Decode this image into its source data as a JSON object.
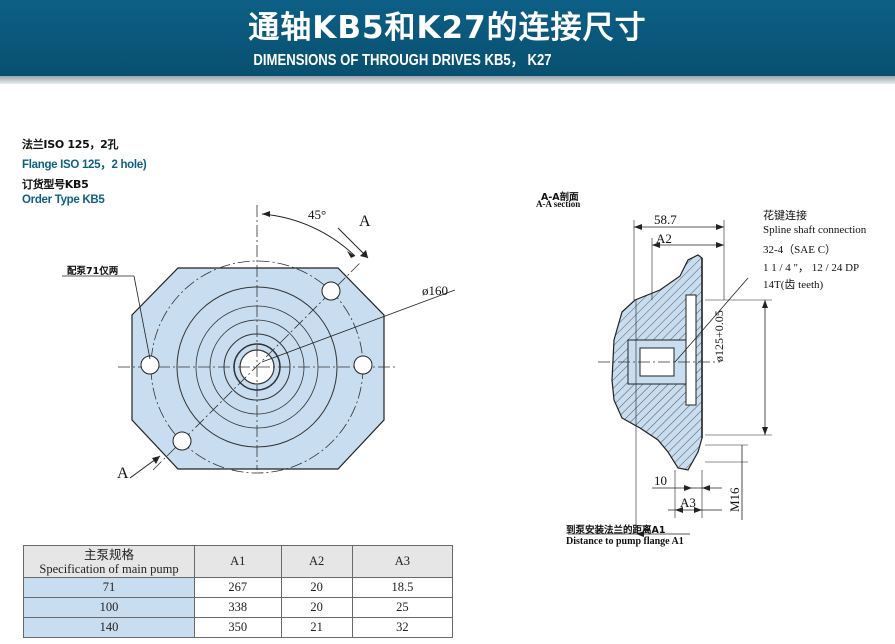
{
  "header": {
    "title_cn": "通轴KB5和K27的连接尺寸",
    "title_en": "DIMENSIONS OF THROUGH DRIVES KB5， K27"
  },
  "notes": {
    "flange_cn": "法兰ISO 125，2孔",
    "flange_en": "Flange ISO 125，2 hole)",
    "order_cn": "订货型号KB5",
    "order_en": "Order Type KB5"
  },
  "front_view": {
    "angle": "45°",
    "section_mark_top": "A",
    "section_mark_bottom": "A",
    "bolt_label": "配泵71仅两",
    "diameter": "ø160"
  },
  "section_view": {
    "title_cn": "A-A剖面",
    "title_en": "A-A section",
    "dim_total": "58.7",
    "dim_a2": "A2",
    "dim_pilot": "ø125+0.05",
    "dim_10": "10",
    "dim_a3": "A3",
    "dim_thread": "M16",
    "distance_cn": "到泵安装法兰的距离A1",
    "distance_en": "Distance to pump flange A1"
  },
  "spline": {
    "title_cn": "花键连接",
    "line1": "Spline shaft connection",
    "line2": "32-4（SAE  C）",
    "line3": "1 1 / 4 \"， 12 / 24  DP",
    "line4": "14T(齿 teeth)"
  },
  "table": {
    "header_cn": "主泵规格",
    "header_en": "Specification of main pump",
    "columns": [
      "A1",
      "A2",
      "A3"
    ],
    "rows": [
      {
        "spec": "71",
        "a1": "267",
        "a2": "20",
        "a3": "18.5"
      },
      {
        "spec": "100",
        "a1": "338",
        "a2": "20",
        "a3": "25"
      },
      {
        "spec": "140",
        "a1": "350",
        "a2": "21",
        "a3": "32"
      }
    ]
  },
  "colors": {
    "banner": "#0d5f86",
    "part_fill": "#c8ddf0",
    "table_highlight": "#c8ddf0"
  }
}
